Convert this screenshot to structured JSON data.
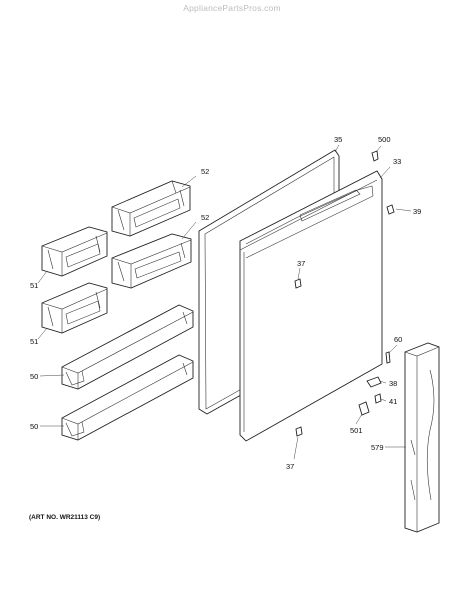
{
  "watermark": "AppliancePartsPros.com",
  "art_number": "(ART NO. WR21113 C9)",
  "callouts": {
    "gasket": "35",
    "cap_top": "500",
    "door": "33",
    "stop_39": "39",
    "bin_52_top": "52",
    "bin_52_mid": "52",
    "bin_51_top": "51",
    "bin_51_bot": "51",
    "screw_37_top": "37",
    "screw_37_bot": "37",
    "shelf_50_top": "50",
    "shelf_50_bot": "50",
    "pin_60": "60",
    "hinge_38": "38",
    "cap_41": "41",
    "hinge_501": "501",
    "handle_579": "579"
  },
  "colors": {
    "line": "#222222",
    "fill": "#ffffff",
    "watermark": "#bdbdbd"
  }
}
